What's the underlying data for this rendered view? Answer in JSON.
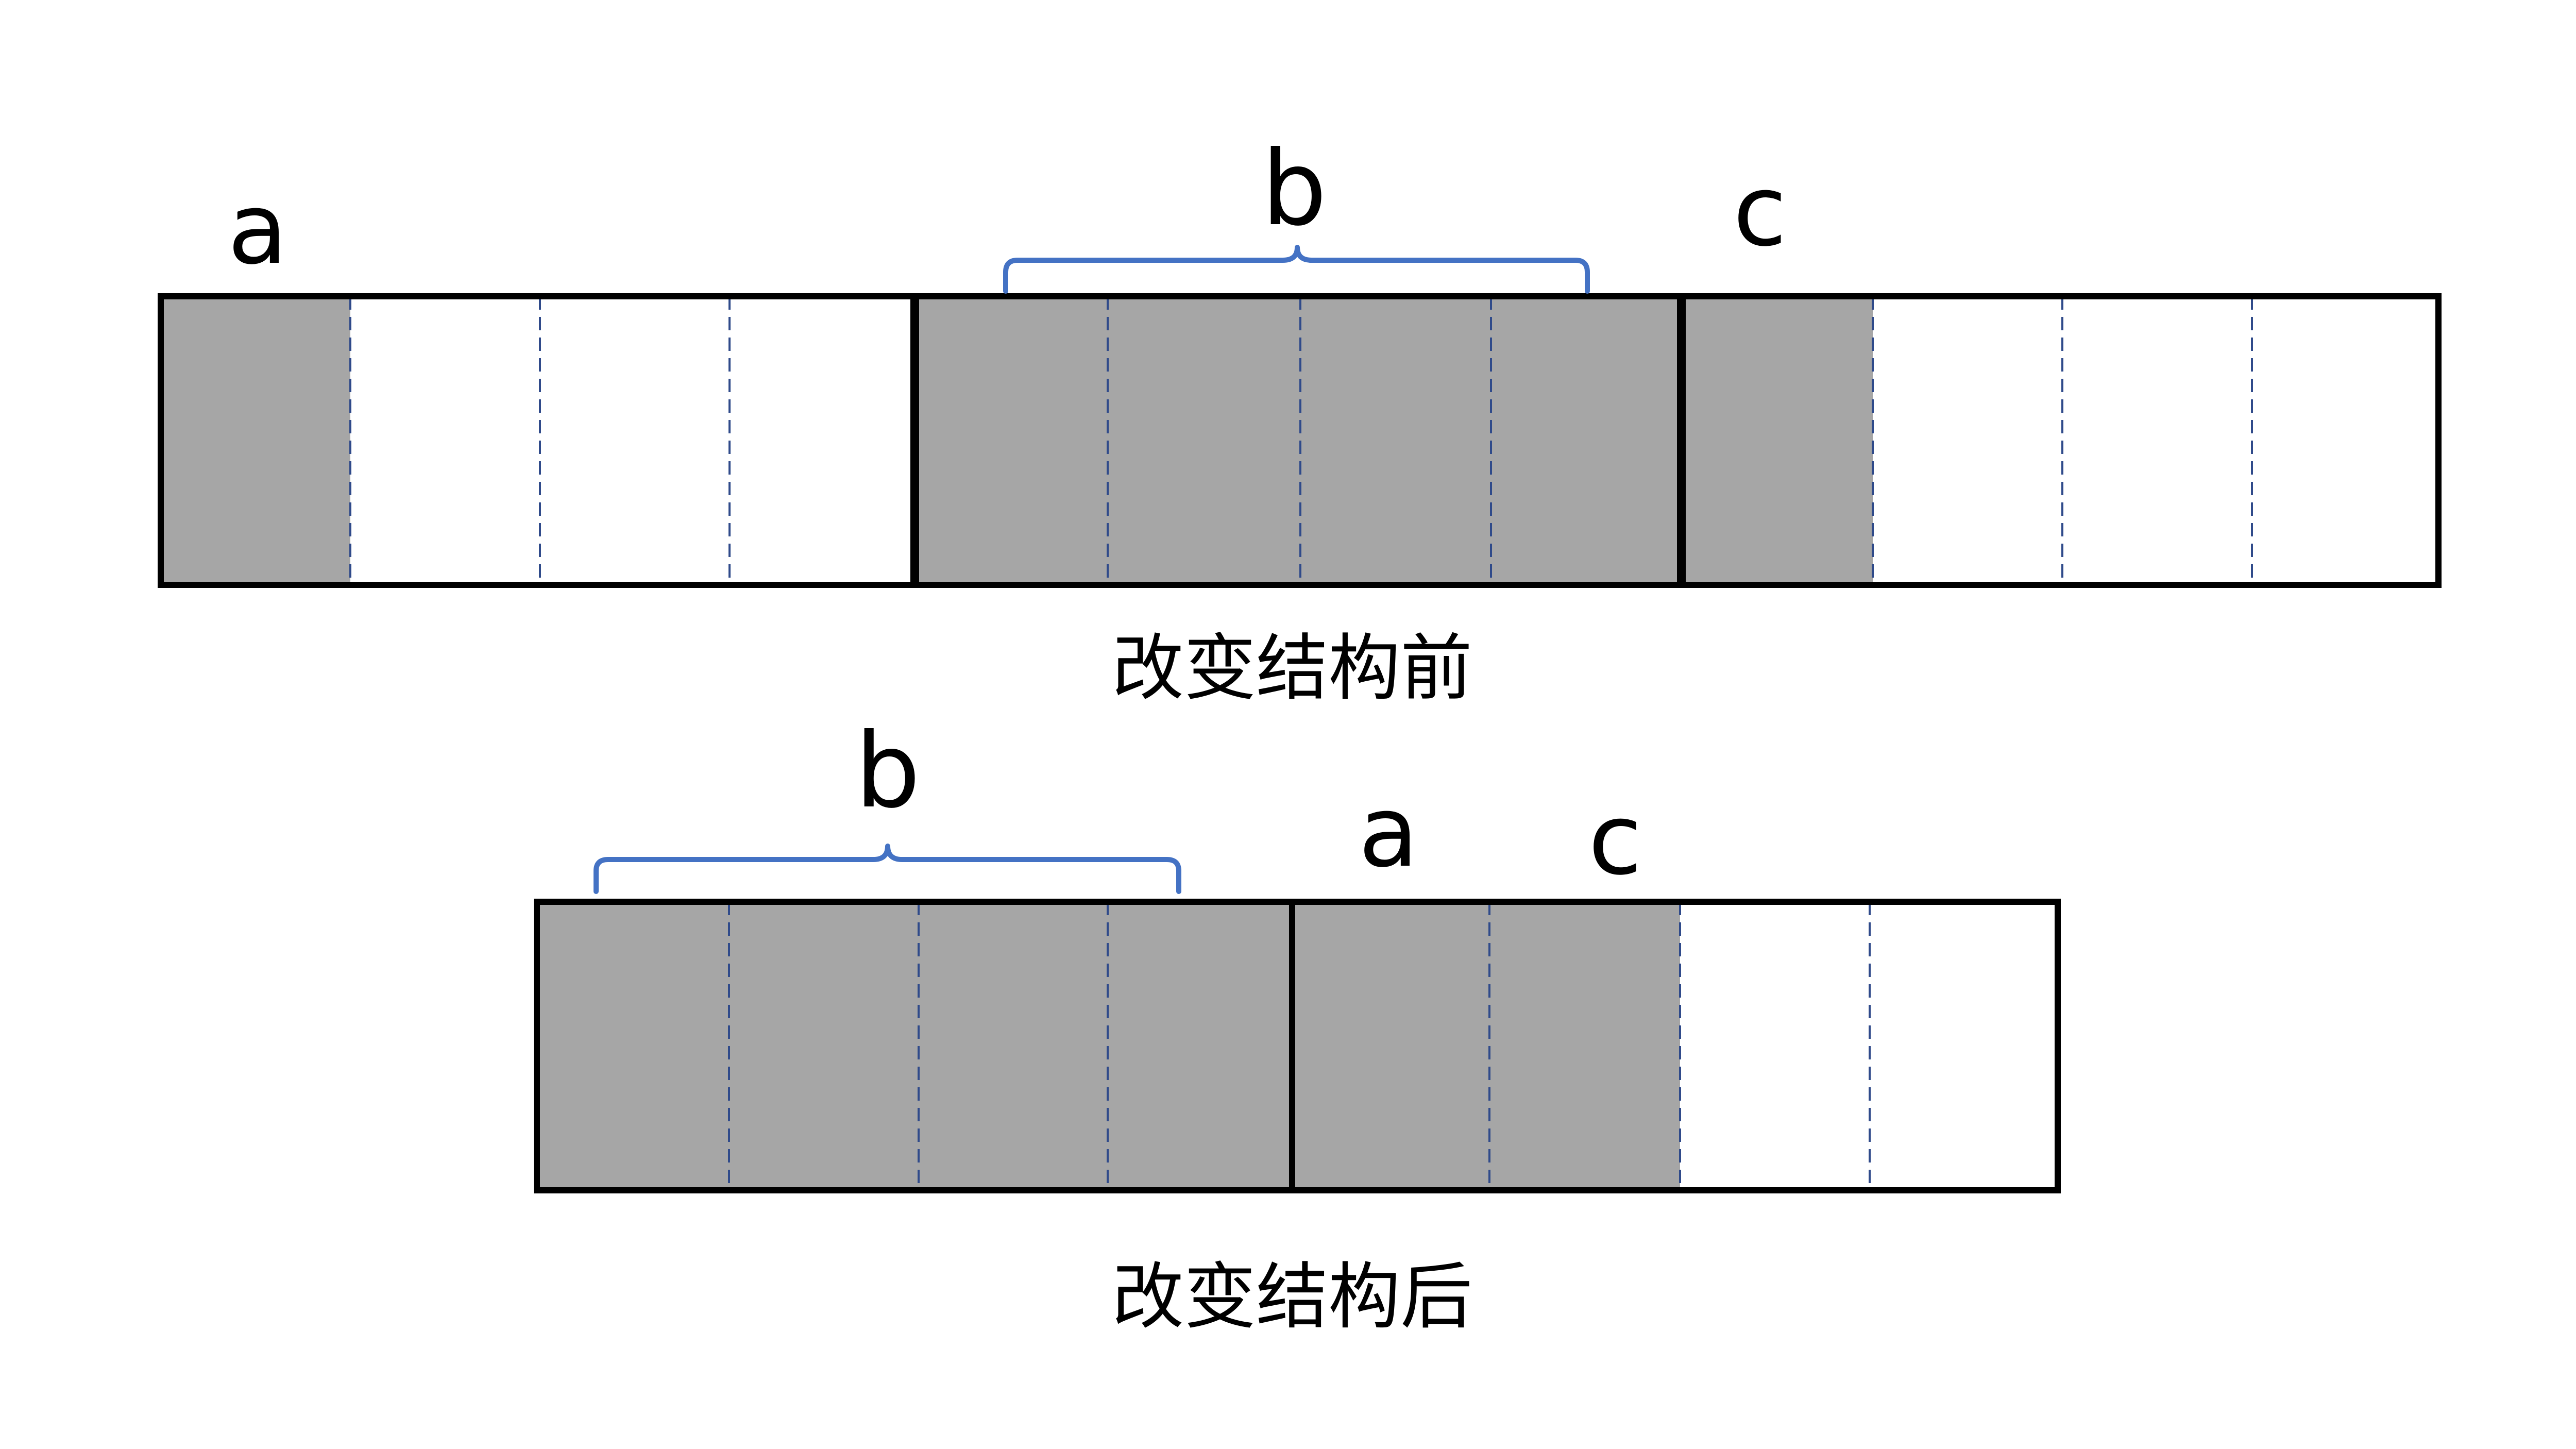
{
  "before": {
    "caption": "改变结构前",
    "blocks": [
      {
        "label": "a",
        "cells": [
          "filled",
          "empty",
          "empty",
          "empty"
        ]
      },
      {
        "label": "b",
        "cells": [
          "filled",
          "filled",
          "filled",
          "filled"
        ],
        "brace": true
      },
      {
        "label": "c",
        "cells": [
          "filled",
          "empty",
          "empty",
          "empty"
        ]
      }
    ]
  },
  "after": {
    "caption": "改变结构后",
    "blocks": [
      {
        "label": "b",
        "cells": [
          "filled",
          "filled",
          "filled",
          "filled"
        ],
        "brace": true
      },
      {
        "label": "a",
        "cells": [
          "filled"
        ]
      },
      {
        "label": "c",
        "cells": [
          "filled",
          "empty",
          "empty"
        ]
      }
    ]
  },
  "colors": {
    "filled": "#a6a6a6",
    "empty": "#ffffff",
    "border": "#000000",
    "divider": "#2f4a8a",
    "brace": "#4472c4"
  }
}
